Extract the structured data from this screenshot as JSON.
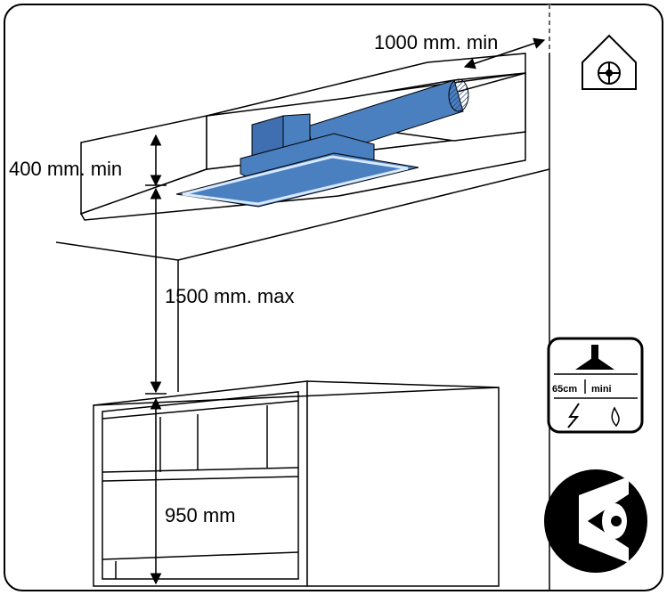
{
  "labels": {
    "side_clearance": "1000 mm. min",
    "ceiling_clearance": "400 mm. min",
    "hood_height": "1500 mm. max",
    "worktop_height": "950 mm"
  },
  "icons": {
    "ventilation": {
      "name": "house-fan-icon"
    },
    "cooktop_distance": {
      "name": "cooktop-distance-icon",
      "distance_label": "65cm",
      "min_label": "mini"
    },
    "visual_inspection": {
      "name": "eye-icon"
    }
  },
  "colors": {
    "hood": "#4a7fc0",
    "hood_dark": "#3f6fb0",
    "led_strip": "#d8e8ff",
    "lines": "#000000"
  }
}
